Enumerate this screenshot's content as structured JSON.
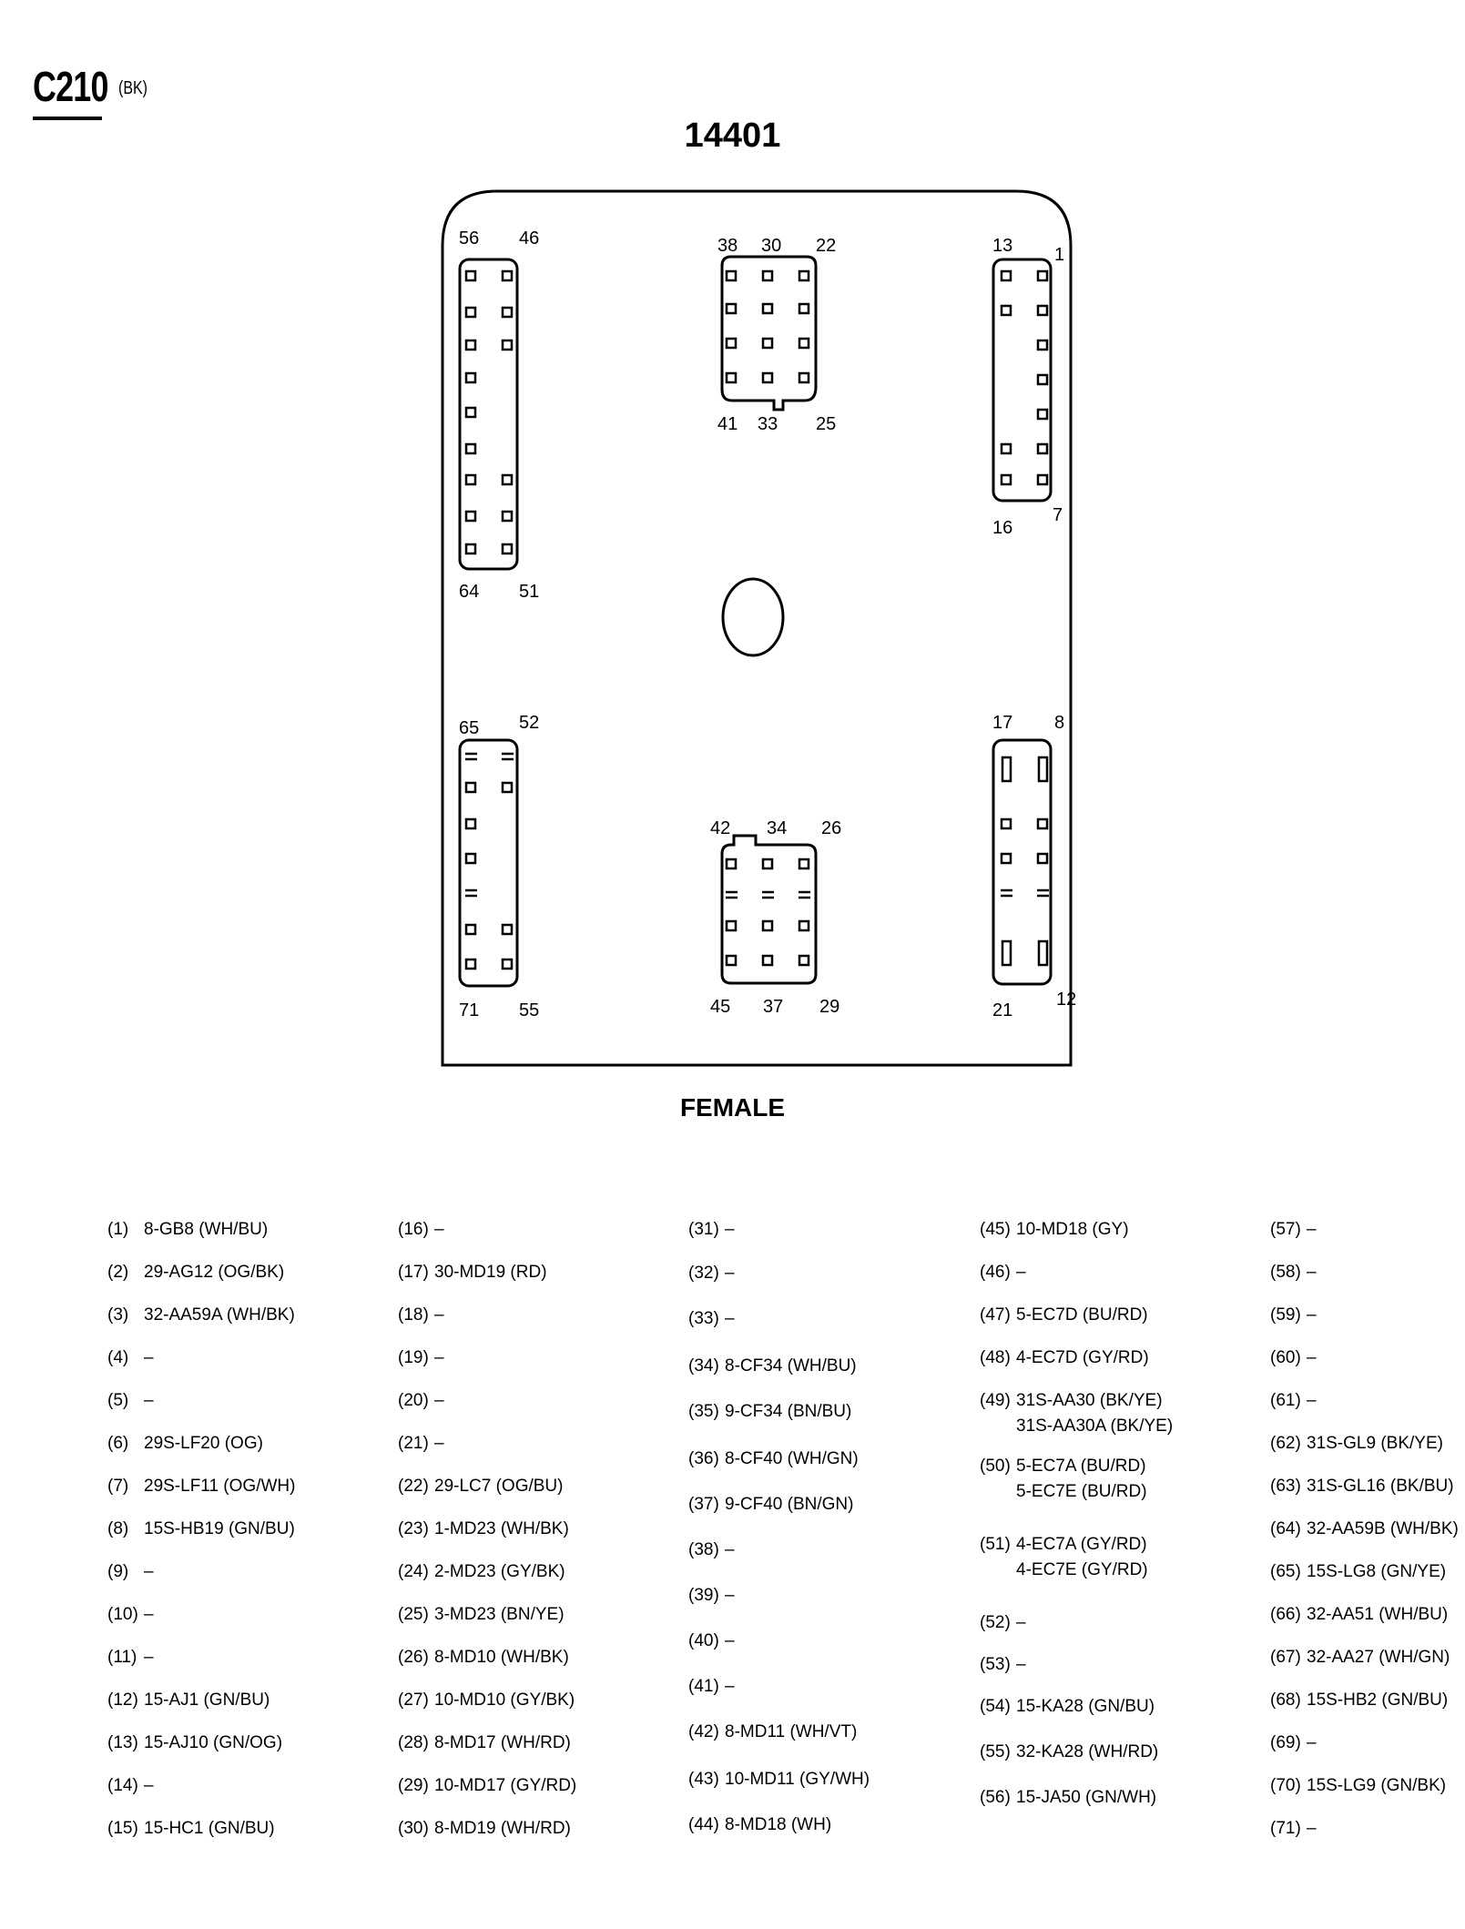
{
  "header": {
    "connector_id": "C210",
    "connector_color": "(BK)",
    "part_number": "14401",
    "gender": "FEMALE"
  },
  "pin_labels": {
    "top_left": [
      "56",
      "46",
      "64",
      "51"
    ],
    "top_center": [
      "38",
      "30",
      "22",
      "41",
      "33",
      "25"
    ],
    "top_right": [
      "13",
      "1",
      "16",
      "7"
    ],
    "bottom_left": [
      "65",
      "52",
      "71",
      "55"
    ],
    "bottom_center": [
      "42",
      "34",
      "26",
      "45",
      "37",
      "29"
    ],
    "bottom_right": [
      "17",
      "8",
      "21",
      "12"
    ]
  },
  "legend": {
    "columns": [
      [
        {
          "pin": "(1)",
          "circuits": [
            "8-GB8 (WH/BU)"
          ]
        },
        {
          "pin": "(2)",
          "circuits": [
            "29-AG12 (OG/BK)"
          ]
        },
        {
          "pin": "(3)",
          "circuits": [
            "32-AA59A (WH/BK)"
          ]
        },
        {
          "pin": "(4)",
          "circuits": [
            "–"
          ]
        },
        {
          "pin": "(5)",
          "circuits": [
            "–"
          ]
        },
        {
          "pin": "(6)",
          "circuits": [
            "29S-LF20 (OG)"
          ]
        },
        {
          "pin": "(7)",
          "circuits": [
            "29S-LF11 (OG/WH)"
          ]
        },
        {
          "pin": "(8)",
          "circuits": [
            "15S-HB19 (GN/BU)"
          ]
        },
        {
          "pin": "(9)",
          "circuits": [
            "–"
          ]
        },
        {
          "pin": "(10)",
          "circuits": [
            "–"
          ]
        },
        {
          "pin": "(11)",
          "circuits": [
            "–"
          ]
        },
        {
          "pin": "(12)",
          "circuits": [
            "15-AJ1 (GN/BU)"
          ]
        },
        {
          "pin": "(13)",
          "circuits": [
            "15-AJ10 (GN/OG)"
          ]
        },
        {
          "pin": "(14)",
          "circuits": [
            "–"
          ]
        },
        {
          "pin": "(15)",
          "circuits": [
            "15-HC1 (GN/BU)"
          ]
        }
      ],
      [
        {
          "pin": "(16)",
          "circuits": [
            "–"
          ]
        },
        {
          "pin": "(17)",
          "circuits": [
            "30-MD19 (RD)"
          ]
        },
        {
          "pin": "(18)",
          "circuits": [
            "–"
          ]
        },
        {
          "pin": "(19)",
          "circuits": [
            "–"
          ]
        },
        {
          "pin": "(20)",
          "circuits": [
            "–"
          ]
        },
        {
          "pin": "(21)",
          "circuits": [
            "–"
          ]
        },
        {
          "pin": "(22)",
          "circuits": [
            "29-LC7 (OG/BU)"
          ]
        },
        {
          "pin": "(23)",
          "circuits": [
            "1-MD23 (WH/BK)"
          ]
        },
        {
          "pin": "(24)",
          "circuits": [
            "2-MD23 (GY/BK)"
          ]
        },
        {
          "pin": "(25)",
          "circuits": [
            "3-MD23 (BN/YE)"
          ]
        },
        {
          "pin": "(26)",
          "circuits": [
            "8-MD10 (WH/BK)"
          ]
        },
        {
          "pin": "(27)",
          "circuits": [
            "10-MD10 (GY/BK)"
          ]
        },
        {
          "pin": "(28)",
          "circuits": [
            "8-MD17 (WH/RD)"
          ]
        },
        {
          "pin": "(29)",
          "circuits": [
            "10-MD17 (GY/RD)"
          ]
        },
        {
          "pin": "(30)",
          "circuits": [
            "8-MD19 (WH/RD)"
          ]
        }
      ],
      [
        {
          "pin": "(31)",
          "circuits": [
            "–"
          ]
        },
        {
          "pin": "(32)",
          "circuits": [
            "–"
          ]
        },
        {
          "pin": "(33)",
          "circuits": [
            "–"
          ]
        },
        {
          "pin": "(34)",
          "circuits": [
            "8-CF34 (WH/BU)"
          ]
        },
        {
          "pin": "(35)",
          "circuits": [
            "9-CF34 (BN/BU)"
          ]
        },
        {
          "pin": "(36)",
          "circuits": [
            "8-CF40 (WH/GN)"
          ]
        },
        {
          "pin": "(37)",
          "circuits": [
            "9-CF40 (BN/GN)"
          ]
        },
        {
          "pin": "(38)",
          "circuits": [
            "–"
          ]
        },
        {
          "pin": "(39)",
          "circuits": [
            "–"
          ]
        },
        {
          "pin": "(40)",
          "circuits": [
            "–"
          ]
        },
        {
          "pin": "(41)",
          "circuits": [
            "–"
          ]
        },
        {
          "pin": "(42)",
          "circuits": [
            "8-MD11 (WH/VT)"
          ]
        },
        {
          "pin": "(43)",
          "circuits": [
            "10-MD11 (GY/WH)"
          ]
        },
        {
          "pin": "(44)",
          "circuits": [
            "8-MD18 (WH)"
          ]
        }
      ],
      [
        {
          "pin": "(45)",
          "circuits": [
            "10-MD18 (GY)"
          ]
        },
        {
          "pin": "(46)",
          "circuits": [
            "–"
          ]
        },
        {
          "pin": "(47)",
          "circuits": [
            "5-EC7D (BU/RD)"
          ]
        },
        {
          "pin": "(48)",
          "circuits": [
            "4-EC7D (GY/RD)"
          ]
        },
        {
          "pin": "(49)",
          "circuits": [
            "31S-AA30 (BK/YE)",
            "31S-AA30A (BK/YE)"
          ]
        },
        {
          "pin": "(50)",
          "circuits": [
            "5-EC7A (BU/RD)",
            "5-EC7E (BU/RD)"
          ]
        },
        {
          "pin": "(51)",
          "circuits": [
            "4-EC7A (GY/RD)",
            "4-EC7E (GY/RD)"
          ]
        },
        {
          "pin": "(52)",
          "circuits": [
            "–"
          ]
        },
        {
          "pin": "(53)",
          "circuits": [
            "–"
          ]
        },
        {
          "pin": "(54)",
          "circuits": [
            "15-KA28 (GN/BU)"
          ]
        },
        {
          "pin": "(55)",
          "circuits": [
            "32-KA28 (WH/RD)"
          ]
        },
        {
          "pin": "(56)",
          "circuits": [
            "15-JA50 (GN/WH)"
          ]
        }
      ],
      [
        {
          "pin": "(57)",
          "circuits": [
            "–"
          ]
        },
        {
          "pin": "(58)",
          "circuits": [
            "–"
          ]
        },
        {
          "pin": "(59)",
          "circuits": [
            "–"
          ]
        },
        {
          "pin": "(60)",
          "circuits": [
            "–"
          ]
        },
        {
          "pin": "(61)",
          "circuits": [
            "–"
          ]
        },
        {
          "pin": "(62)",
          "circuits": [
            "31S-GL9 (BK/YE)"
          ]
        },
        {
          "pin": "(63)",
          "circuits": [
            "31S-GL16 (BK/BU)"
          ]
        },
        {
          "pin": "(64)",
          "circuits": [
            "32-AA59B (WH/BK)"
          ]
        },
        {
          "pin": "(65)",
          "circuits": [
            "15S-LG8 (GN/YE)"
          ]
        },
        {
          "pin": "(66)",
          "circuits": [
            "32-AA51 (WH/BU)"
          ]
        },
        {
          "pin": "(67)",
          "circuits": [
            "32-AA27 (WH/GN)"
          ]
        },
        {
          "pin": "(68)",
          "circuits": [
            "15S-HB2 (GN/BU)"
          ]
        },
        {
          "pin": "(69)",
          "circuits": [
            "–"
          ]
        },
        {
          "pin": "(70)",
          "circuits": [
            "15S-LG9 (GN/BK)"
          ]
        },
        {
          "pin": "(71)",
          "circuits": [
            "–"
          ]
        }
      ]
    ]
  }
}
